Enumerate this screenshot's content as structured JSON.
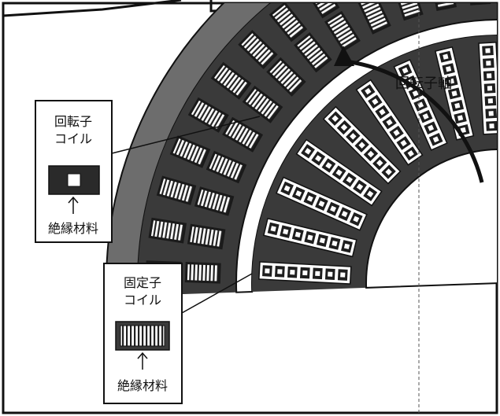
{
  "figure": {
    "rotor_shaft_label": "回転子軸",
    "rotor_coil_callout": {
      "line1": "回転子",
      "line2": "コイル",
      "material": "絶縁材料"
    },
    "stator_coil_callout": {
      "line1": "固定子",
      "line2": "コイル",
      "material": "絶縁材料"
    }
  },
  "colors": {
    "core": "#3a3a3a",
    "outer_rim": "#6d6d6d",
    "gap_ring": "#ffffff",
    "slot_frame": "#1a1a1a",
    "ink": "#111111"
  }
}
